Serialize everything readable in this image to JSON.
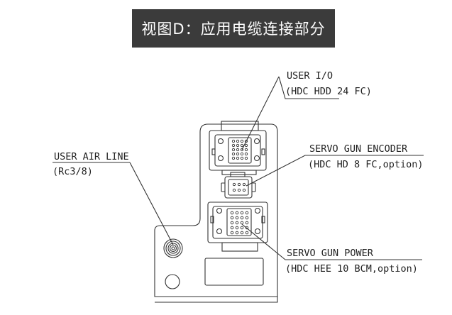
{
  "title": "视图D：应用电缆连接部分",
  "labels": {
    "user_io": {
      "name": "USER I/O",
      "spec": "(HDC HDD 24 FC)"
    },
    "servo_gun_encoder": {
      "name": "SERVO GUN ENCODER",
      "spec": "(HDC HD 8 FC,option)"
    },
    "user_air_line": {
      "name": "USER AIR LINE",
      "spec": "(Rc3/8)"
    },
    "servo_gun_power": {
      "name": "SERVO GUN POWER",
      "spec": "(HDC HEE 10 BCM,option)"
    }
  },
  "colors": {
    "banner": "#3b3b3b",
    "line": "#333333"
  }
}
